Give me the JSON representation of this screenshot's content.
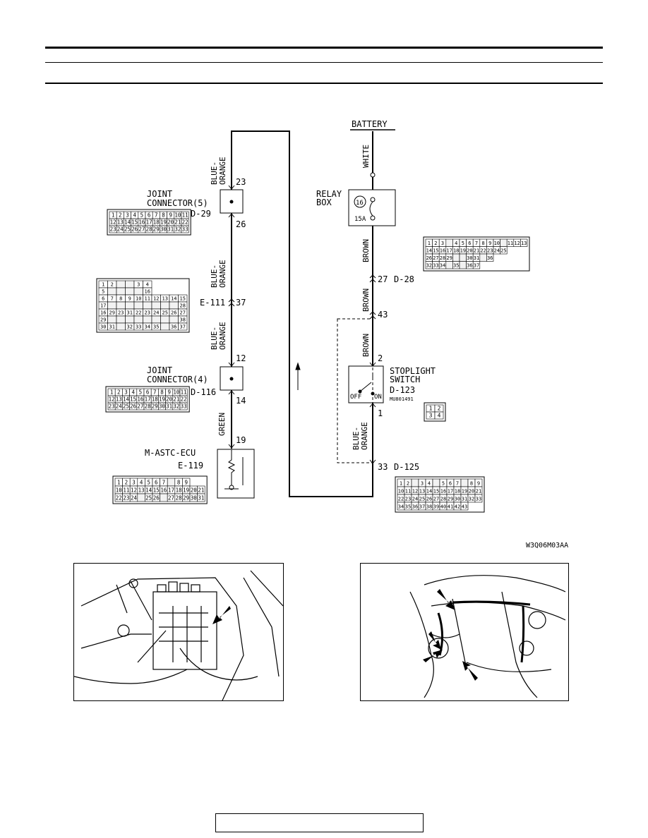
{
  "code": "W3Q06M03AA",
  "left_circuit": {
    "joint5": {
      "line1": "JOINT",
      "line2": "CONNECTOR(5)",
      "id": "D-29",
      "pin_top": "23",
      "pin_bottom": "26"
    },
    "wire_top": {
      "line1": "BLUE-",
      "line2": "ORANGE"
    },
    "wire_mid": {
      "line1": "BLUE-",
      "line2": "ORANGE"
    },
    "e111": {
      "id": "E-111",
      "pin": "37"
    },
    "wire_lower": {
      "line1": "BLUE-",
      "line2": "ORANGE"
    },
    "joint4": {
      "line1": "JOINT",
      "line2": "CONNECTOR(4)",
      "id": "D-116",
      "pin_top": "12",
      "pin_bottom": "14"
    },
    "wire_green": "GREEN",
    "ecu": {
      "name": "M-ASTC-ECU",
      "id": "E-119",
      "pin": "19"
    }
  },
  "right_circuit": {
    "battery": "BATTERY",
    "wire_white": "WHITE",
    "relay": {
      "line1": "RELAY",
      "line2": "BOX",
      "fuse_no": "16",
      "fuse_rating": "15A"
    },
    "wire_brown": "BROWN",
    "d28": {
      "pin": "27",
      "id": "D-28"
    },
    "pin43": "43",
    "stoplight": {
      "line1": "STOPLIGHT",
      "line2": "SWITCH",
      "id": "D-123",
      "part": "MU801491",
      "pin_top": "2",
      "pin_bottom": "1",
      "off": "OFF",
      "on": "ON"
    },
    "wire_bo": {
      "line1": "BLUE-",
      "line2": "ORANGE"
    },
    "d125": {
      "pin": "33",
      "id": "D-125"
    }
  },
  "connectors": {
    "d29": {
      "rows": [
        [
          "1",
          "2",
          "3",
          "4",
          "5",
          "6",
          "7",
          "8",
          "9",
          "10",
          "11"
        ],
        [
          "12",
          "13",
          "14",
          "15",
          "16",
          "17",
          "18",
          "19",
          "20",
          "21",
          "22"
        ],
        [
          "23",
          "24",
          "25",
          "26",
          "27",
          "28",
          "29",
          "30",
          "31",
          "32",
          "33"
        ]
      ]
    },
    "d116": {
      "rows": [
        [
          "1",
          "2",
          "3",
          "4",
          "5",
          "6",
          "7",
          "8",
          "9",
          "10",
          "11"
        ],
        [
          "12",
          "13",
          "14",
          "15",
          "16",
          "17",
          "18",
          "19",
          "20",
          "21",
          "22"
        ],
        [
          "23",
          "24",
          "25",
          "26",
          "27",
          "28",
          "29",
          "30",
          "31",
          "32",
          "33"
        ]
      ]
    },
    "e119": {
      "rows": [
        [
          "1",
          "2",
          "3",
          "4",
          "5",
          "6",
          "7",
          "",
          "8",
          "9"
        ],
        [
          "10",
          "11",
          "12",
          "13",
          "14",
          "15",
          "16",
          "17",
          "18",
          "19",
          "20",
          "21"
        ],
        [
          "22",
          "23",
          "24",
          "",
          "25",
          "26",
          "",
          "27",
          "28",
          "29",
          "30",
          "31"
        ]
      ]
    },
    "e111": {
      "rows": [
        [
          "1",
          "2",
          "",
          "",
          "3",
          "4"
        ],
        [
          "5",
          "",
          "",
          "",
          "",
          "16"
        ],
        [
          "6",
          "7",
          "8",
          "9",
          "10",
          "11",
          "12",
          "13",
          "14",
          "15"
        ],
        [
          "17",
          "",
          "",
          "",
          "",
          "",
          "",
          "",
          "",
          "28"
        ],
        [
          "16",
          "29",
          "23",
          "31",
          "22",
          "23",
          "24",
          "25",
          "26",
          "27"
        ],
        [
          "29",
          "",
          "",
          "",
          "",
          "",
          "",
          "",
          "",
          "38"
        ],
        [
          "30",
          "31",
          "",
          "32",
          "33",
          "34",
          "35",
          "",
          "36",
          "37"
        ]
      ]
    },
    "d28": {
      "rows": [
        [
          "1",
          "2",
          "3",
          "",
          "4",
          "5",
          "6",
          "7",
          "8",
          "9",
          "10",
          "",
          "11",
          "12",
          "13"
        ],
        [
          "14",
          "15",
          "16",
          "17",
          "18",
          "19",
          "20",
          "21",
          "22",
          "23",
          "24",
          "25"
        ],
        [
          "26",
          "27",
          "28",
          "29",
          "",
          "",
          "30",
          "31",
          "",
          "36"
        ],
        [
          "32",
          "33",
          "34",
          "",
          "35",
          "",
          "36",
          "37"
        ]
      ]
    },
    "d123": {
      "rows": [
        [
          "1",
          "2"
        ],
        [
          "3",
          "4"
        ]
      ]
    },
    "d125": {
      "rows": [
        [
          "1",
          "2",
          "",
          "3",
          "4",
          "",
          "5",
          "6",
          "7",
          "",
          "8",
          "9"
        ],
        [
          "10",
          "11",
          "12",
          "13",
          "14",
          "15",
          "16",
          "17",
          "18",
          "19",
          "20",
          "21"
        ],
        [
          "22",
          "23",
          "24",
          "25",
          "26",
          "27",
          "28",
          "29",
          "30",
          "31",
          "32",
          "33"
        ],
        [
          "34",
          "35",
          "36",
          "37",
          "38",
          "39",
          "40",
          "41",
          "42",
          "43"
        ]
      ]
    }
  }
}
